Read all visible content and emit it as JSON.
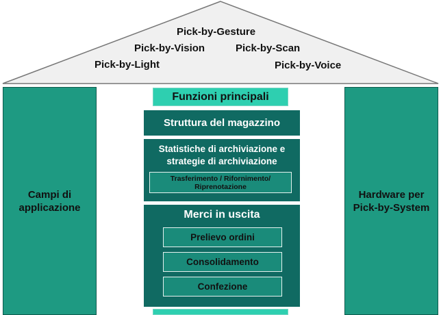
{
  "roof": {
    "labels": [
      "Pick-by-Gesture",
      "Pick-by-Vision",
      "Pick-by-Scan",
      "Pick-by-Light",
      "Pick-by-Voice"
    ]
  },
  "left_pillar": {
    "line1": "Campi di",
    "line2": "applicazione"
  },
  "right_pillar": {
    "line1": "Hardware per",
    "line2": "Pick-by-System"
  },
  "center": {
    "header": "Funzioni principali",
    "struttura": "Struttura del magazzino",
    "statistiche": {
      "line1": "Statistiche di archiviazione e",
      "line2": "strategie di archiviazione",
      "sub_line1": "Trasferimento / Rifornimento/",
      "sub_line2": "Riprenotazione"
    },
    "merci": {
      "title": "Merci in uscita",
      "items": [
        "Prelievo ordini",
        "Consolidamento",
        "Confezione"
      ]
    }
  },
  "colors": {
    "pillar": "#1e9a82",
    "header": "#2ecfb0",
    "dark_box": "#106a62",
    "inner_box": "#1a8b7a",
    "roof_fill": "#f0f0f0"
  }
}
